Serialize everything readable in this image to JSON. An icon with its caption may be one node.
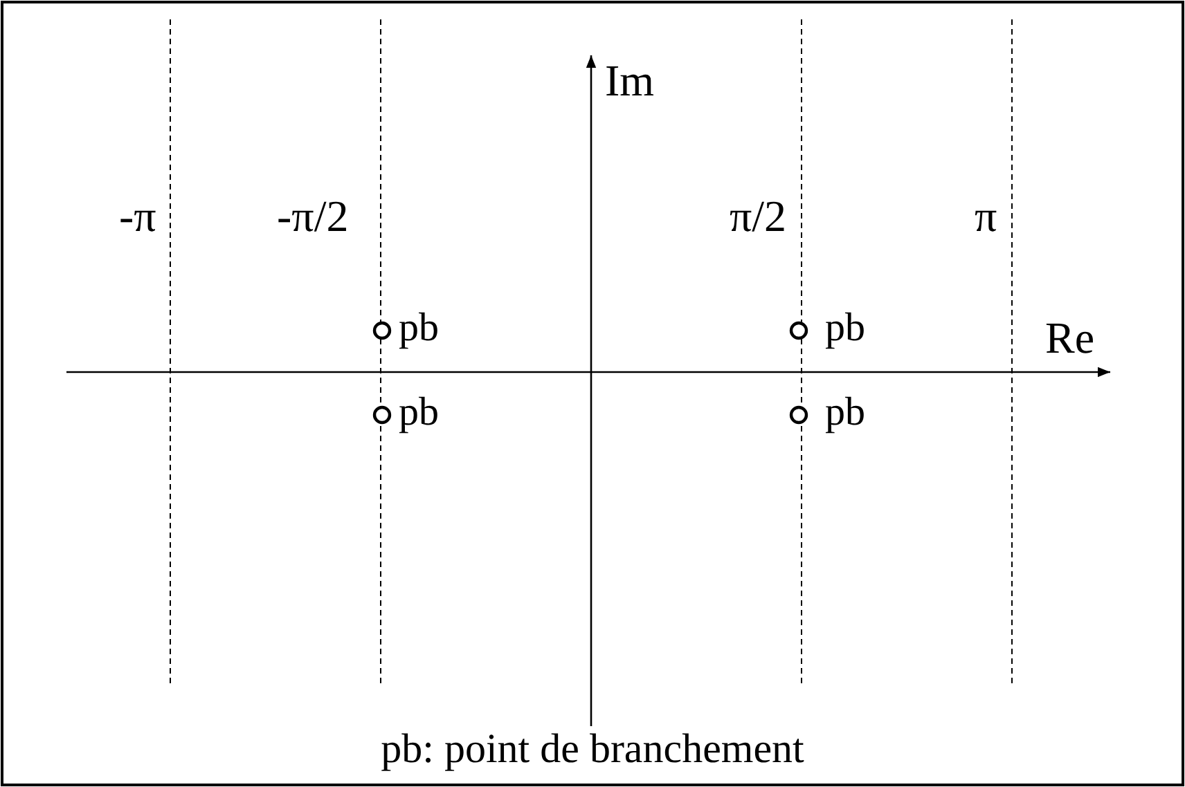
{
  "diagram": {
    "caption": "pb: point de branchement",
    "labels": [
      "Im",
      "-π",
      "-π/2",
      "π/2",
      "π",
      "pb",
      "pb",
      "Re",
      "pb",
      "pb"
    ]
  }
}
